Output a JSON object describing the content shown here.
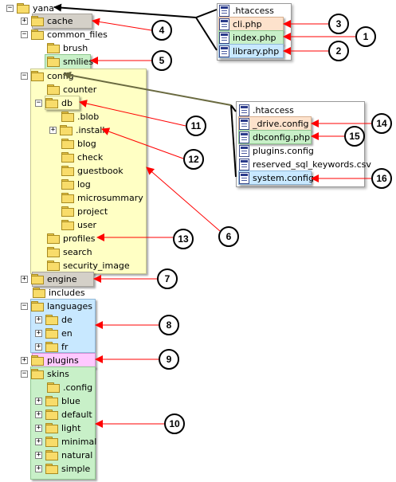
{
  "tree": {
    "root": "yana",
    "cache": "cache",
    "common_files": "common_files",
    "brush": "brush",
    "smilies": "smilies",
    "config": "config",
    "counter": "counter",
    "db": "db",
    "blob": ".blob",
    "install": ".install",
    "blog": "blog",
    "check": "check",
    "guestbook": "guestbook",
    "log": "log",
    "microsummary": "microsummary",
    "project": "project",
    "user": "user",
    "profiles": "profiles",
    "search": "search",
    "security_image": "security_image",
    "engine": "engine",
    "includes": "includes",
    "languages": "languages",
    "de": "de",
    "en": "en",
    "fr": "fr",
    "plugins": "plugins",
    "skins": "skins",
    "skins_config": ".config",
    "blue": "blue",
    "default": "default",
    "light": "light",
    "minimal": "minimal",
    "natural": "natural",
    "simple": "simple"
  },
  "root_files": {
    "htaccess": ".htaccess",
    "cli": "cli.php",
    "index": "index.php",
    "library": "library.php"
  },
  "config_files": {
    "htaccess": ".htaccess",
    "drive": "_drive.config",
    "dbconfig": "dbconfig.php",
    "plugins": "plugins.config",
    "reserved": "reserved_sql_keywords.csv",
    "system": "system.config"
  },
  "callouts": {
    "c1": "1",
    "c2": "2",
    "c3": "3",
    "c4": "4",
    "c5": "5",
    "c6": "6",
    "c7": "7",
    "c8": "8",
    "c9": "9",
    "c10": "10",
    "c11": "11",
    "c12": "12",
    "c13": "13",
    "c14": "14",
    "c15": "15",
    "c16": "16"
  },
  "colors": {
    "arrow": "#ff0000",
    "connector": "#000000",
    "gray": "#d4d0c8",
    "yellow": "#ffffc4",
    "green": "#c8f0c8",
    "blue": "#c8e8ff",
    "pink": "#ffc8ff",
    "peach": "#fde2cc"
  }
}
